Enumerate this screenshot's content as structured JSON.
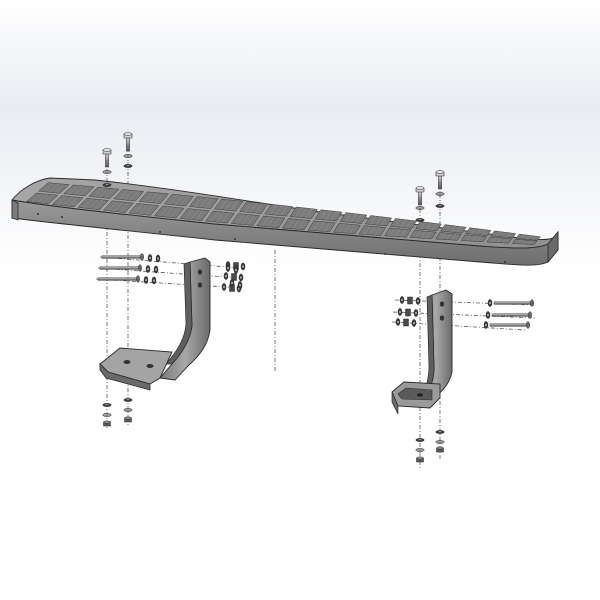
{
  "drawing": {
    "view": "exploded-assembly",
    "background": "#ffffff",
    "top_fade": "#e9ecf2",
    "colors": {
      "metal_light": "#b9b9b9",
      "metal_mid": "#8e8e8e",
      "metal_dark": "#5c5c5c",
      "edge": "#2a2a2a",
      "tread_cell": "#7d7d7d",
      "hardware": "#4a4a4a",
      "bolt_head": "#c9c9c9",
      "explode_line": "#555555"
    },
    "parts": [
      {
        "id": "running-board",
        "icon": "step-board"
      },
      {
        "id": "bracket-left",
        "icon": "mounting-bracket"
      },
      {
        "id": "bracket-right",
        "icon": "mounting-bracket"
      },
      {
        "id": "bolts",
        "icon": "bolt"
      },
      {
        "id": "washers",
        "icon": "washer"
      },
      {
        "id": "nuts",
        "icon": "nut"
      }
    ]
  }
}
